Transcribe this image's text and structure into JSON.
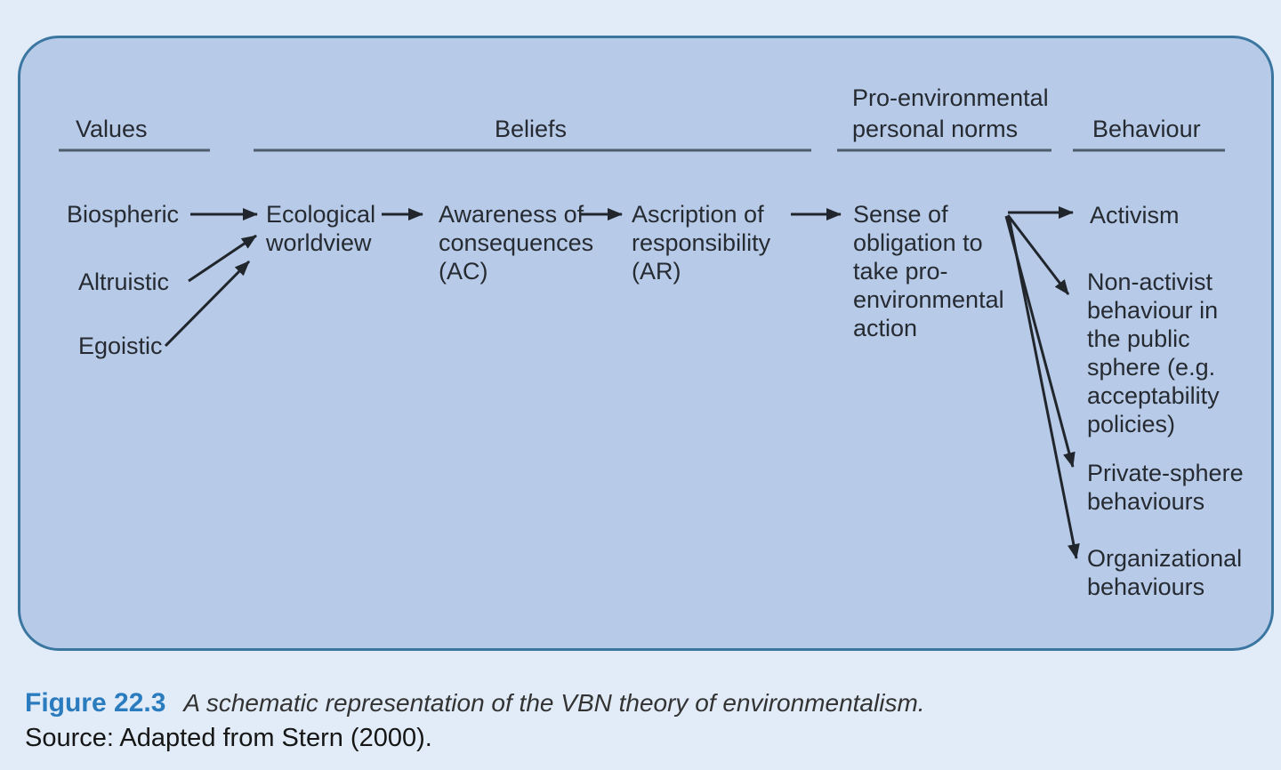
{
  "diagram": {
    "columns": [
      {
        "id": "values",
        "label": "Values"
      },
      {
        "id": "beliefs",
        "label": "Beliefs"
      },
      {
        "id": "norms",
        "label": "Pro-environmental personal norms",
        "lines": [
          "Pro-environmental",
          "personal norms"
        ]
      },
      {
        "id": "behaviour",
        "label": "Behaviour"
      }
    ],
    "nodes": [
      {
        "id": "biospheric",
        "label": "Biospheric",
        "lines": [
          "Biospheric"
        ]
      },
      {
        "id": "altruistic",
        "label": "Altruistic",
        "lines": [
          "Altruistic"
        ]
      },
      {
        "id": "egoistic",
        "label": "Egoistic",
        "lines": [
          "Egoistic"
        ]
      },
      {
        "id": "ecological-worldview",
        "label": "Ecological worldview",
        "lines": [
          "Ecological",
          "worldview"
        ]
      },
      {
        "id": "awareness-of-consequences",
        "label": "Awareness of consequences (AC)",
        "lines": [
          "Awareness of",
          "consequences",
          "(AC)"
        ]
      },
      {
        "id": "ascription-of-responsibility",
        "label": "Ascription of responsibility (AR)",
        "lines": [
          "Ascription of",
          "responsibility",
          "(AR)"
        ]
      },
      {
        "id": "sense-of-obligation",
        "label": "Sense of obligation to take pro-environmental action",
        "lines": [
          "Sense of",
          "obligation to",
          "take pro-",
          "environmental",
          "action"
        ]
      },
      {
        "id": "activism",
        "label": "Activism",
        "lines": [
          "Activism"
        ]
      },
      {
        "id": "non-activist-behaviour",
        "label": "Non-activist behaviour in the public sphere (e.g. acceptability policies)",
        "lines": [
          "Non-activist",
          "behaviour in",
          "the public",
          "sphere (e.g.",
          "acceptability",
          "policies)"
        ]
      },
      {
        "id": "private-sphere-behaviours",
        "label": "Private-sphere behaviours",
        "lines": [
          "Private-sphere",
          "behaviours"
        ]
      },
      {
        "id": "organizational-behaviours",
        "label": "Organizational behaviours",
        "lines": [
          "Organizational",
          "behaviours"
        ]
      }
    ],
    "edges": [
      {
        "from": "biospheric",
        "to": "ecological-worldview"
      },
      {
        "from": "altruistic",
        "to": "ecological-worldview"
      },
      {
        "from": "egoistic",
        "to": "ecological-worldview"
      },
      {
        "from": "ecological-worldview",
        "to": "awareness-of-consequences"
      },
      {
        "from": "awareness-of-consequences",
        "to": "ascription-of-responsibility"
      },
      {
        "from": "ascription-of-responsibility",
        "to": "sense-of-obligation"
      },
      {
        "from": "sense-of-obligation",
        "to": "activism"
      },
      {
        "from": "sense-of-obligation",
        "to": "non-activist-behaviour"
      },
      {
        "from": "sense-of-obligation",
        "to": "private-sphere-behaviours"
      },
      {
        "from": "sense-of-obligation",
        "to": "organizational-behaviours"
      }
    ],
    "colors": {
      "page_background": "#e1ecf8",
      "panel_fill": "#b7cbe9",
      "panel_border": "#3b76a0",
      "text": "#262a31",
      "arrow": "#21252c",
      "underline": "#4e5c6b",
      "figure_label_blue": "#2a7cbf"
    }
  },
  "caption": {
    "label": "Figure 22.3",
    "title": "A schematic representation of the VBN theory of environmentalism.",
    "source": "Source: Adapted from Stern (2000)."
  }
}
